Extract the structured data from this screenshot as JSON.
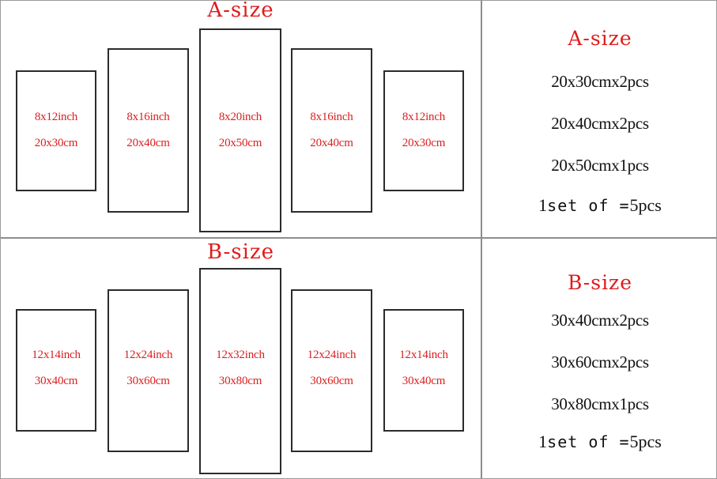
{
  "colors": {
    "accent_red": "#e01b1b",
    "panel_label_red": "#d92020",
    "panel_border": "#2b2b2b",
    "divider_gray": "#8d8d8d",
    "text_black": "#111111",
    "background": "#ffffff"
  },
  "sections": [
    {
      "id": "a",
      "diagram_title": "A-size",
      "panels": [
        {
          "inch": "8x12inch",
          "cm": "20x30cm"
        },
        {
          "inch": "8x16inch",
          "cm": "20x40cm"
        },
        {
          "inch": "8x20inch",
          "cm": "20x50cm"
        },
        {
          "inch": "8x16inch",
          "cm": "20x40cm"
        },
        {
          "inch": "8x12inch",
          "cm": "20x30cm"
        }
      ],
      "legend": {
        "title": "A-size",
        "lines": [
          "20x30cmx2pcs",
          "20x40cmx2pcs",
          "20x50cmx1pcs"
        ],
        "total_prefix": "1",
        "total_mono": "set of =",
        "total_suffix": "5pcs"
      }
    },
    {
      "id": "b",
      "diagram_title": "B-size",
      "panels": [
        {
          "inch": "12x14inch",
          "cm": "30x40cm"
        },
        {
          "inch": "12x24inch",
          "cm": "30x60cm"
        },
        {
          "inch": "12x32inch",
          "cm": "30x80cm"
        },
        {
          "inch": "12x24inch",
          "cm": "30x60cm"
        },
        {
          "inch": "12x14inch",
          "cm": "30x40cm"
        }
      ],
      "legend": {
        "title": "B-size",
        "lines": [
          "30x40cmx2pcs",
          "30x60cmx2pcs",
          "30x80cmx1pcs"
        ],
        "total_prefix": "1",
        "total_mono": "set of =",
        "total_suffix": "5pcs"
      }
    }
  ]
}
